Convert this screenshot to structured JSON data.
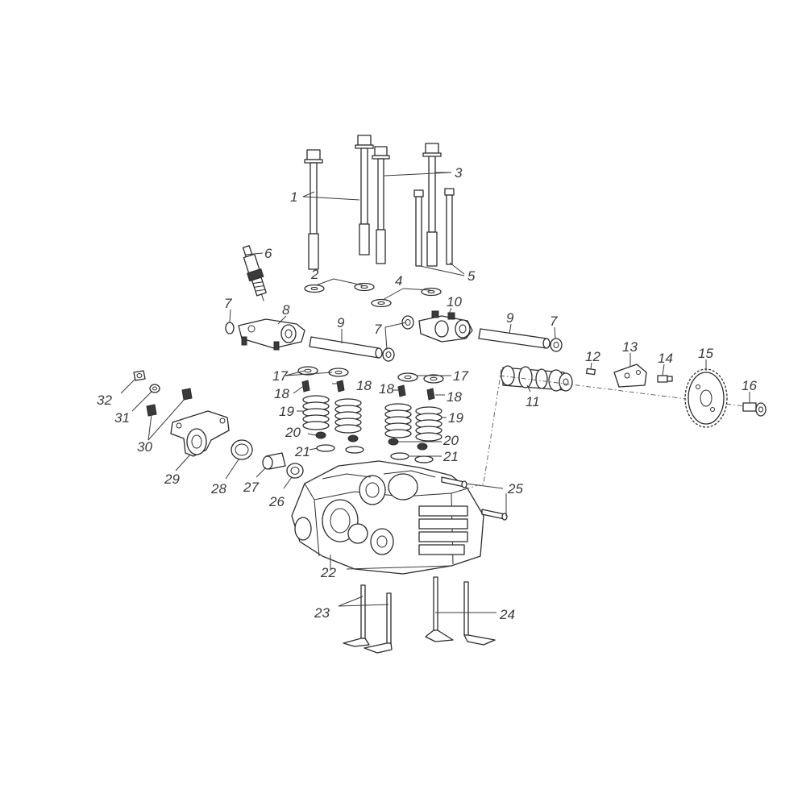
{
  "callouts": {
    "c1": "1",
    "c2": "2",
    "c3": "3",
    "c4": "4",
    "c5": "5",
    "c6": "6",
    "c7a": "7",
    "c7b": "7",
    "c7c": "7",
    "c8": "8",
    "c9a": "9",
    "c9b": "9",
    "c10": "10",
    "c11": "11",
    "c12": "12",
    "c13": "13",
    "c14": "14",
    "c15": "15",
    "c16": "16",
    "c17a": "17",
    "c17b": "17",
    "c18a": "18",
    "c18b": "18",
    "c18c": "18",
    "c18d": "18",
    "c19a": "19",
    "c19b": "19",
    "c20a": "20",
    "c20b": "20",
    "c21a": "21",
    "c21b": "21",
    "c22": "22",
    "c23": "23",
    "c24": "24",
    "c25": "25",
    "c26": "26",
    "c27": "27",
    "c28": "28",
    "c29": "29",
    "c30": "30",
    "c31": "31",
    "c32": "32"
  },
  "colors": {
    "line": "#2b2b2b",
    "background": "#ffffff"
  }
}
